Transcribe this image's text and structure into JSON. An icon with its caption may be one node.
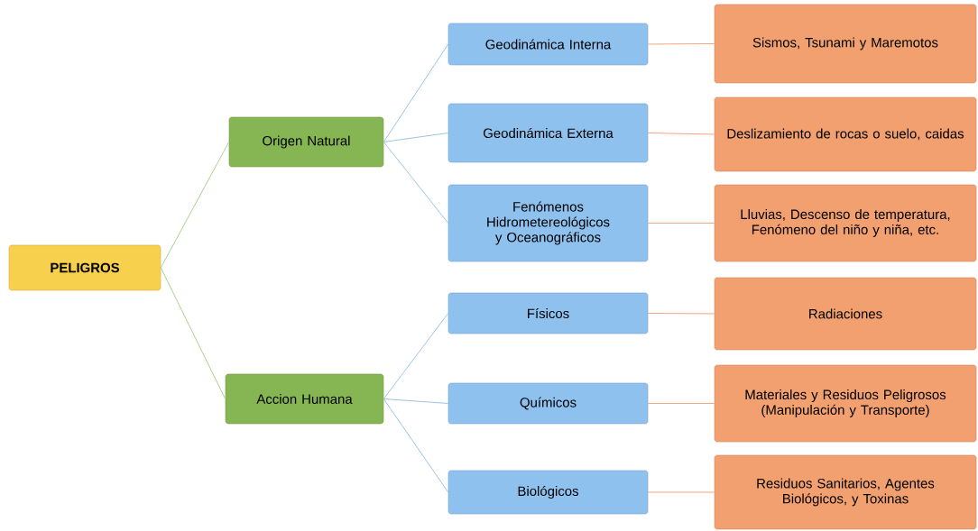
{
  "diagram": {
    "nodes": [
      {
        "text": [
          "PELIGROS"
        ]
      },
      {
        "text": [
          "Origen Natural"
        ]
      },
      {
        "text": [
          "Accion Humana"
        ]
      },
      {
        "text": [
          "Geodinámica Interna"
        ]
      },
      {
        "text": [
          "Geodinámica Externa"
        ]
      },
      {
        "text": [
          "Fenómenos Hidrometereológicos y Oceanográficos"
        ]
      },
      {
        "text": [
          "Físicos"
        ]
      },
      {
        "text": [
          "Químicos"
        ]
      },
      {
        "text": [
          "Biológicos"
        ]
      },
      {
        "text": [
          "Sismos, Tsunami y Maremotos"
        ]
      },
      {
        "text": [
          "Deslizamiento de rocas o suelo, caidas"
        ]
      },
      {
        "text": [
          "Lluvias, Descenso de temperatura, Fenómeno del niño y niña, etc."
        ]
      },
      {
        "text": [
          "Radiaciones"
        ]
      },
      {
        "text": [
          "Materiales y Residuos Peligrosos (Manipulación y Transporte)"
        ]
      },
      {
        "text": [
          "Residuos Sanitarios, Agentes Biológicos, y Toxinas"
        ]
      }
    ],
    "edges": [
      {
        "from": 0,
        "to": 1,
        "arrow": "none",
        "color": "#a9d18e"
      },
      {
        "from": 0,
        "to": 2,
        "arrow": "none",
        "color": "#a9d18e"
      },
      {
        "from": 1,
        "to": 3,
        "arrow": "none",
        "color": "#9dc3e6"
      },
      {
        "from": 1,
        "to": 4,
        "arrow": "none",
        "color": "#9dc3e6"
      },
      {
        "from": 1,
        "to": 5,
        "arrow": "none",
        "color": "#9dc3e6"
      },
      {
        "from": 2,
        "to": 6,
        "arrow": "none",
        "color": "#9dc3e6"
      },
      {
        "from": 2,
        "to": 7,
        "arrow": "none",
        "color": "#9dc3e6"
      },
      {
        "from": 2,
        "to": 8,
        "arrow": "none",
        "color": "#9dc3e6"
      },
      {
        "from": 3,
        "to": 9,
        "arrow": "none",
        "color": "#f4a582"
      },
      {
        "from": 4,
        "to": 10,
        "arrow": "none",
        "color": "#f4a582"
      },
      {
        "from": 5,
        "to": 11,
        "arrow": "none",
        "color": "#f4a582"
      },
      {
        "from": 6,
        "to": 12,
        "arrow": "none",
        "color": "#f4a582"
      },
      {
        "from": 7,
        "to": 13,
        "arrow": "none",
        "color": "#f4a582"
      },
      {
        "from": 8,
        "to": 14,
        "arrow": "none",
        "color": "#f4a582"
      }
    ]
  }
}
